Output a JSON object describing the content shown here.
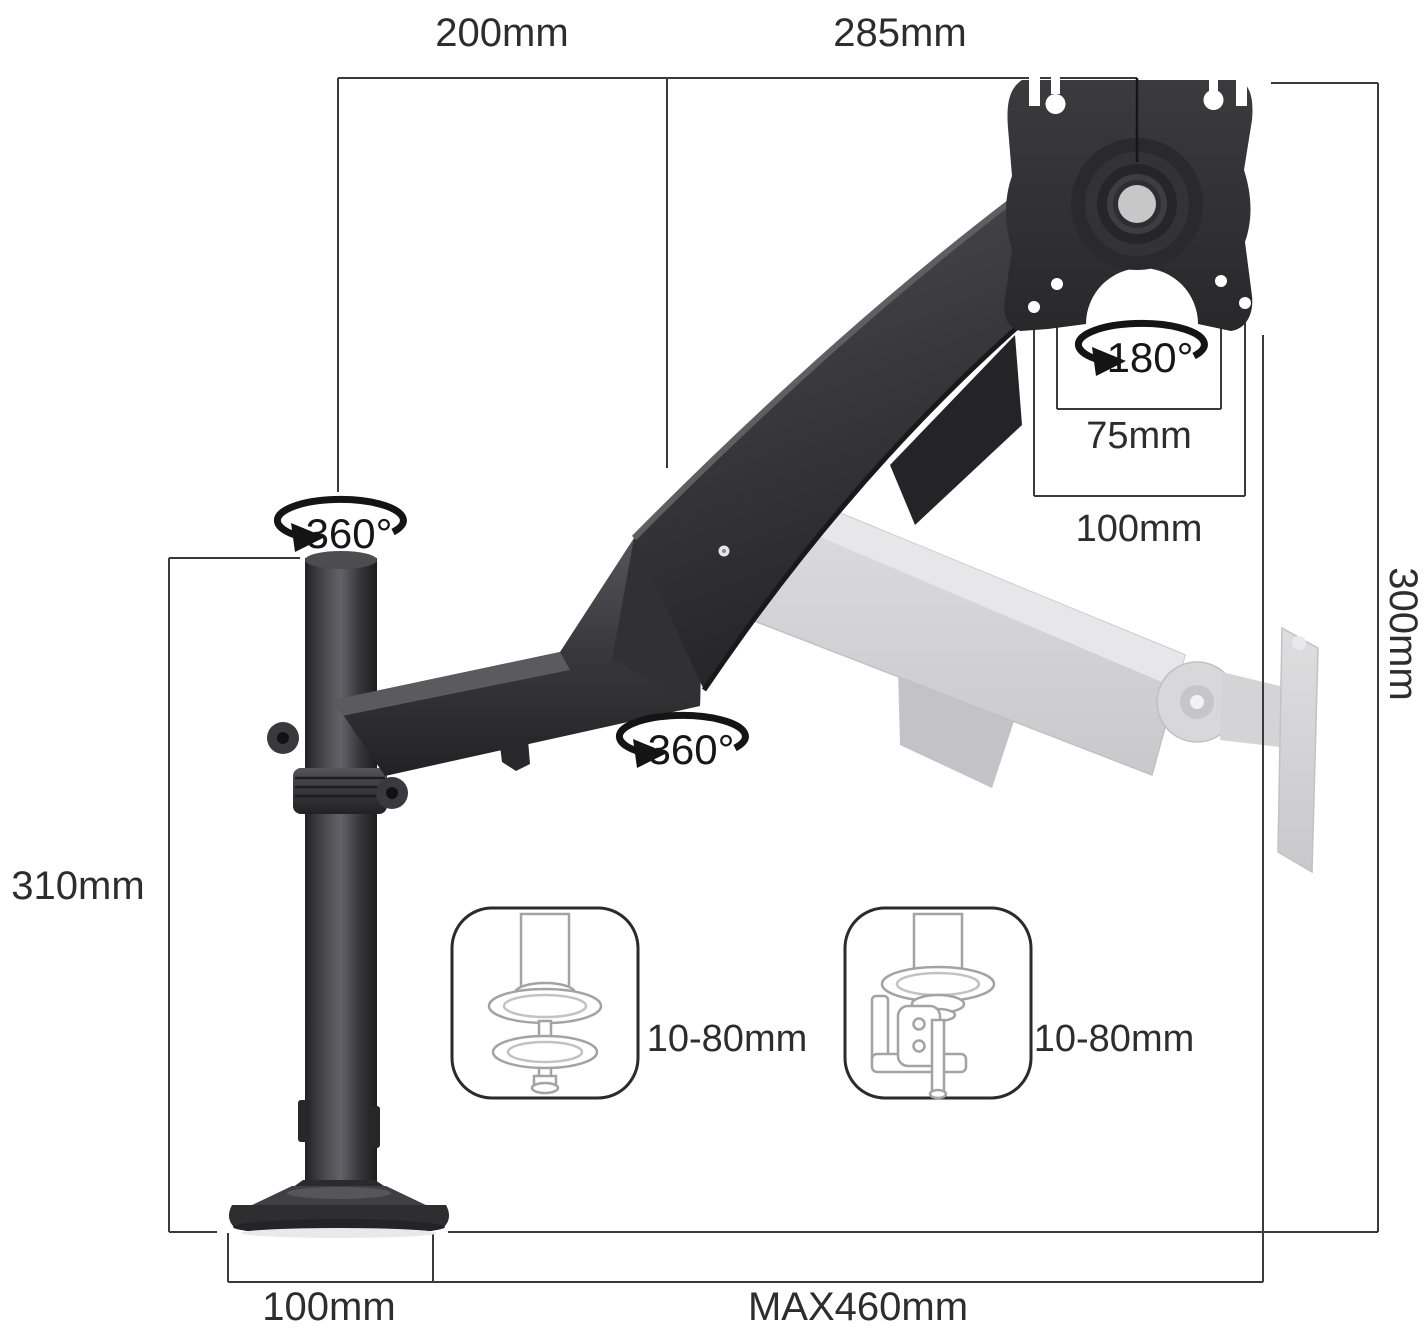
{
  "diagram": {
    "type": "product-dimension-diagram",
    "subject": "gas-spring single monitor desk mount arm",
    "labels": {
      "dim_top_left": "200mm",
      "dim_top_right": "285mm",
      "dim_vesa_inner": "75mm",
      "dim_vesa_outer": "100mm",
      "dim_pole_height": "310mm",
      "dim_lift_height": "300mm",
      "dim_base_width": "100mm",
      "dim_max_reach": "MAX460mm",
      "rot_pole": "360°",
      "rot_arm": "360°",
      "rot_vesa": "180°",
      "grommet_range": "10-80mm",
      "clamp_range": "10-80mm"
    },
    "colors": {
      "label_text": "#2d2d2d",
      "accent_orange": "#d79a6e",
      "dimension_line": "#3a3a3a",
      "arm_dark": "#333336",
      "ghost_arm": "#d3d3d6",
      "hub_center": "#c7c7c8"
    }
  }
}
